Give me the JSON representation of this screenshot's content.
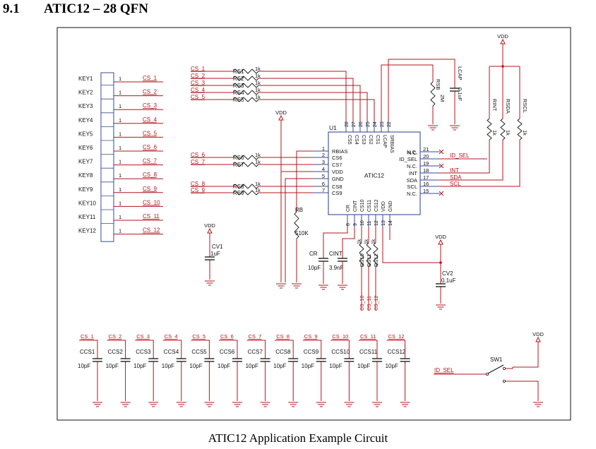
{
  "heading": {
    "section": "9.1",
    "title": "ATIC12 – 28 QFN"
  },
  "caption": "ATIC12 Application Example Circuit",
  "connector": {
    "keys": [
      "KEY1",
      "KEY2",
      "KEY3",
      "KEY4",
      "KEY5",
      "KEY6",
      "KEY7",
      "KEY8",
      "KEY9",
      "KEY10",
      "KEY11",
      "KEY12"
    ],
    "pin_label": "1",
    "nets": [
      "CS_1",
      "CS_2",
      "CS_3",
      "CS_4",
      "CS_5",
      "CS_6",
      "CS_7",
      "CS_8",
      "CS_9",
      "CS_10",
      "CS_11",
      "CS_12"
    ]
  },
  "ic": {
    "ref": "U1",
    "name": "ATIC12",
    "left_pins": [
      {
        "num": "1",
        "name": "RBIAS"
      },
      {
        "num": "2",
        "name": "CS6"
      },
      {
        "num": "3",
        "name": "CS7"
      },
      {
        "num": "4",
        "name": "VDD"
      },
      {
        "num": "5",
        "name": "GND"
      },
      {
        "num": "6",
        "name": "CS8"
      },
      {
        "num": "7",
        "name": "CS9"
      }
    ],
    "right_pins": [
      {
        "num": "21",
        "name": "N.C."
      },
      {
        "num": "20",
        "name": "ID_SEL"
      },
      {
        "num": "19",
        "name": "N.C."
      },
      {
        "num": "18",
        "name": "INT"
      },
      {
        "num": "17",
        "name": "SDA"
      },
      {
        "num": "16",
        "name": "SCL"
      },
      {
        "num": "15",
        "name": "N.C."
      }
    ],
    "top_pins": [
      {
        "num": "28",
        "name": "CS5"
      },
      {
        "num": "27",
        "name": "CS4"
      },
      {
        "num": "26",
        "name": "CS3"
      },
      {
        "num": "25",
        "name": "CS2"
      },
      {
        "num": "24",
        "name": "CS1"
      },
      {
        "num": "23",
        "name": "LCAP"
      },
      {
        "num": "22",
        "name": "SRBIAS"
      }
    ],
    "bottom_pins": [
      {
        "num": "8",
        "name": "CR"
      },
      {
        "num": "9",
        "name": "CINT"
      },
      {
        "num": "10",
        "name": "CS10"
      },
      {
        "num": "11",
        "name": "CS11"
      },
      {
        "num": "12",
        "name": "CS12"
      },
      {
        "num": "13",
        "name": "VDD"
      },
      {
        "num": "14",
        "name": "GND"
      }
    ]
  },
  "input_resistors": {
    "top": [
      {
        "net": "CS_1",
        "ref": "RS1",
        "value": "1k"
      },
      {
        "net": "CS_2",
        "ref": "RS2",
        "value": "1k"
      },
      {
        "net": "CS_3",
        "ref": "RS3",
        "value": "1k"
      },
      {
        "net": "CS_4",
        "ref": "RS4",
        "value": "1k"
      },
      {
        "net": "CS_5",
        "ref": "RS5",
        "value": "1k"
      }
    ],
    "left": [
      {
        "net": "CS_6",
        "ref": "RS6",
        "value": "1k"
      },
      {
        "net": "CS_7",
        "ref": "RS7",
        "value": "1k"
      },
      {
        "net": "CS_8",
        "ref": "RS8",
        "value": "1k"
      },
      {
        "net": "CS_9",
        "ref": "RS9",
        "value": "1k"
      }
    ],
    "bottom": [
      {
        "net": "CS_10",
        "ref": "RS10",
        "value": "1k"
      },
      {
        "net": "CS_11",
        "ref": "RS11",
        "value": "1k"
      },
      {
        "net": "CS_12",
        "ref": "RS12",
        "value": "1k"
      }
    ]
  },
  "parts": {
    "rsb": {
      "ref": "RSB",
      "value": "2M"
    },
    "lcap": {
      "ref": "LCAP",
      "value": "0.1uF"
    },
    "rb": {
      "ref": "RB",
      "value": "510K"
    },
    "cr": {
      "ref": "CR",
      "value": "10pF"
    },
    "cint": {
      "ref": "CINT",
      "value": "3.9nF"
    },
    "cv1": {
      "ref": "CV1",
      "value": "1uF"
    },
    "cv2": {
      "ref": "CV2",
      "value": "0.1uF"
    },
    "rint": {
      "ref": "RINT",
      "value": "1k"
    },
    "rsda": {
      "ref": "RSDA",
      "value": "1k"
    },
    "rscl": {
      "ref": "RSCL",
      "value": "1k"
    },
    "sw": {
      "ref": "SW1"
    }
  },
  "labels": {
    "vdd": "VDD",
    "id_sel": "ID_SEL",
    "int": "INT",
    "sda": "SDA",
    "scl": "SCL"
  },
  "sensing_caps": [
    {
      "net": "CS_1",
      "ref": "CCS1",
      "value": "10pF"
    },
    {
      "net": "CS_2",
      "ref": "CCS2",
      "value": "10pF"
    },
    {
      "net": "CS_3",
      "ref": "CCS3",
      "value": "10pF"
    },
    {
      "net": "CS_4",
      "ref": "CCS4",
      "value": "10pF"
    },
    {
      "net": "CS_5",
      "ref": "CCS5",
      "value": "10pF"
    },
    {
      "net": "CS_6",
      "ref": "CCS6",
      "value": "10pF"
    },
    {
      "net": "CS_7",
      "ref": "CCS7",
      "value": "10pF"
    },
    {
      "net": "CS_8",
      "ref": "CCS8",
      "value": "10pF"
    },
    {
      "net": "CS_9",
      "ref": "CCS9",
      "value": "10pF"
    },
    {
      "net": "CS_10",
      "ref": "CCS10",
      "value": "10pF"
    },
    {
      "net": "CS_11",
      "ref": "CCS11",
      "value": "10pF"
    },
    {
      "net": "CS_12",
      "ref": "CCS12",
      "value": "10pF"
    }
  ],
  "colors": {
    "wire": "#b4141e",
    "pin": "#3a4a9a",
    "ink": "#111111"
  }
}
